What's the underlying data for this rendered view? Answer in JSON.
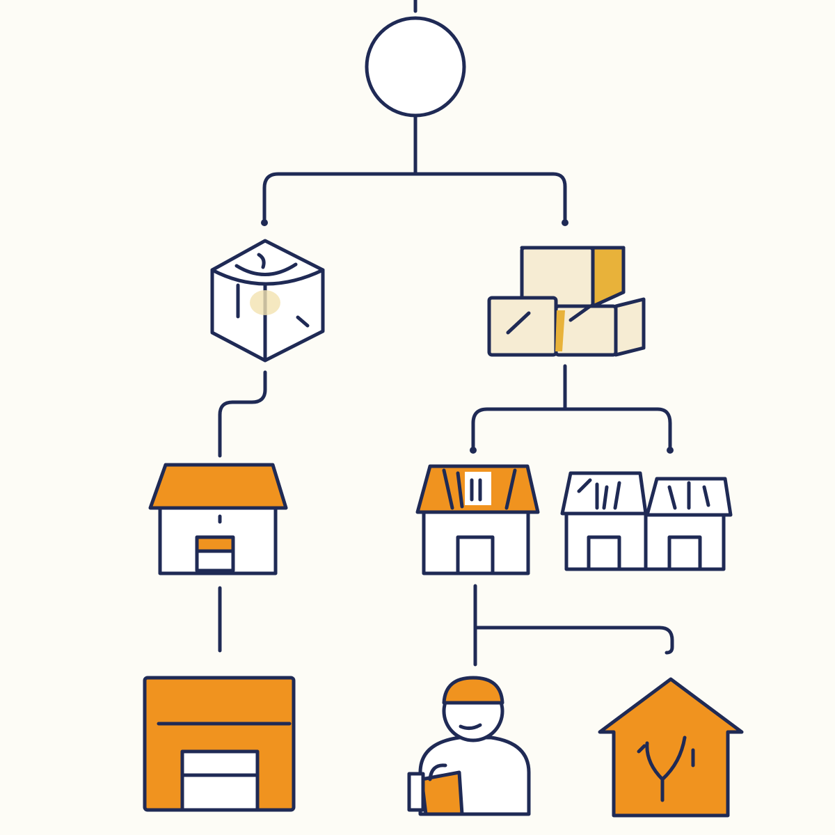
{
  "diagram": {
    "title": "",
    "colors": {
      "background": "#fdfcf6",
      "stroke": "#1f2a55",
      "accent": "#f0931f",
      "box_fill": "#f6ecd3",
      "box_shade": "#e8b23a",
      "building_fill": "#ffffff"
    },
    "nodes": [
      {
        "id": "root",
        "icon": "circle-node-icon",
        "level": 0,
        "label": ""
      },
      {
        "id": "single-box",
        "icon": "cube-package-icon",
        "level": 1,
        "label": ""
      },
      {
        "id": "box-stack",
        "icon": "stacked-boxes-icon",
        "level": 1,
        "label": ""
      },
      {
        "id": "warehouse",
        "icon": "warehouse-icon",
        "level": 2,
        "label": ""
      },
      {
        "id": "retail-store",
        "icon": "store-icon",
        "level": 2,
        "label": ""
      },
      {
        "id": "store-pair",
        "icon": "twin-stores-icon",
        "level": 2,
        "label": ""
      },
      {
        "id": "distribution-center",
        "icon": "garage-depot-icon",
        "level": 3,
        "label": ""
      },
      {
        "id": "delivery-worker",
        "icon": "delivery-person-icon",
        "level": 3,
        "label": ""
      },
      {
        "id": "home-delivery",
        "icon": "house-icon",
        "level": 3,
        "label": ""
      }
    ],
    "edges": [
      {
        "from": "root",
        "to": "single-box"
      },
      {
        "from": "root",
        "to": "box-stack"
      },
      {
        "from": "single-box",
        "to": "warehouse"
      },
      {
        "from": "box-stack",
        "to": "retail-store"
      },
      {
        "from": "box-stack",
        "to": "store-pair"
      },
      {
        "from": "warehouse",
        "to": "distribution-center"
      },
      {
        "from": "retail-store",
        "to": "delivery-worker"
      },
      {
        "from": "retail-store",
        "to": "home-delivery"
      }
    ]
  }
}
